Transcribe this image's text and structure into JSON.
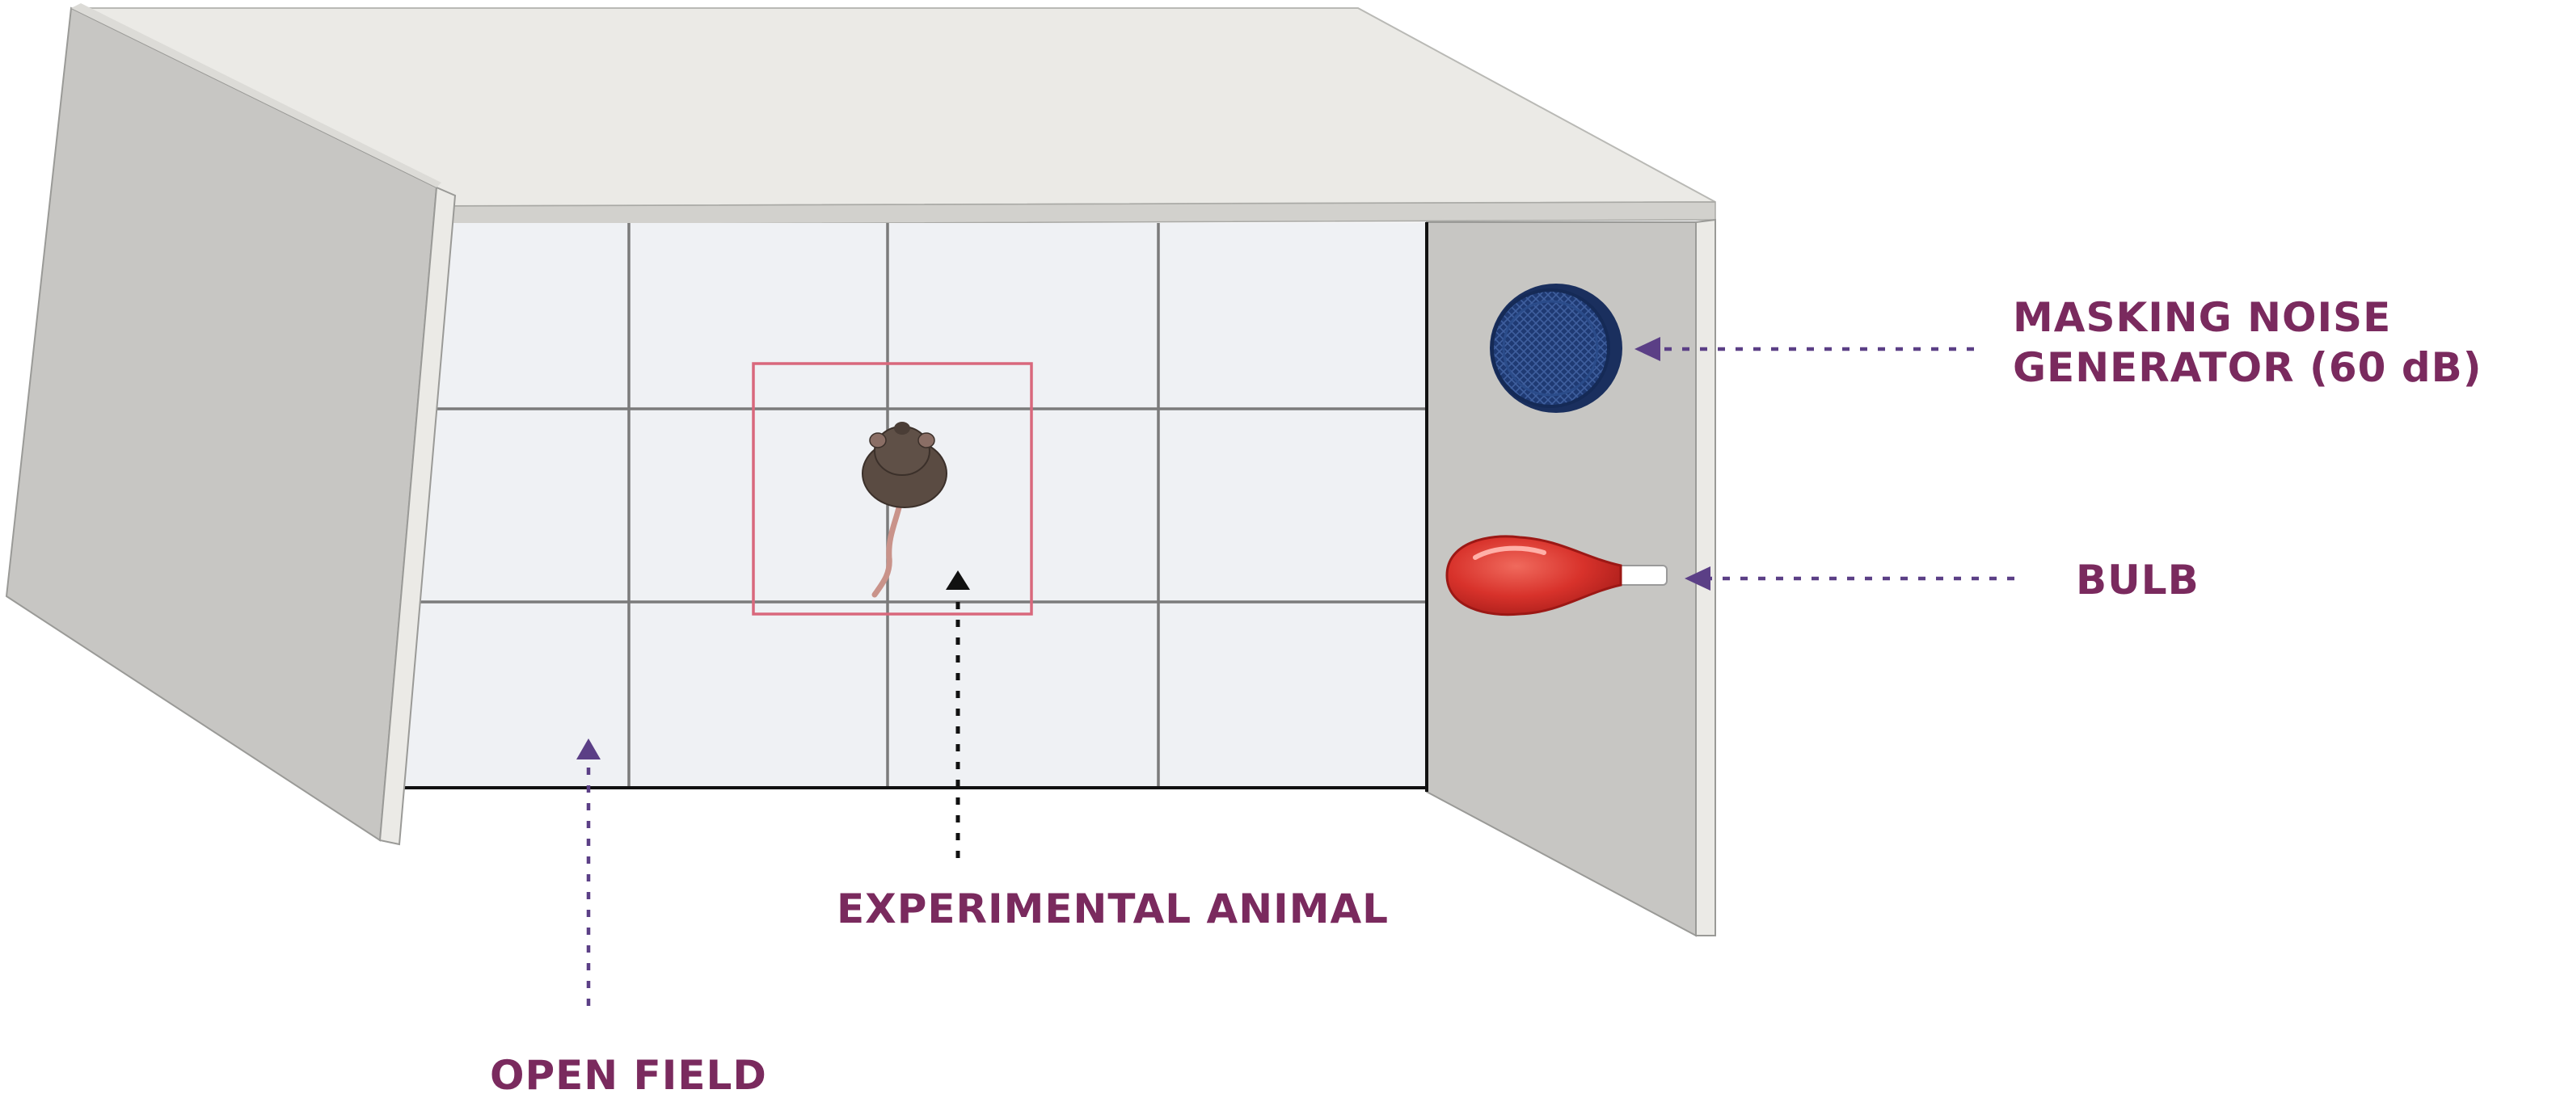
{
  "labels": {
    "masking_noise_generator_line1": "MASKING NOISE",
    "masking_noise_generator_line2": "GENERATOR (60 dB)",
    "bulb": "BULB",
    "experimental_animal": "EXPERIMENTAL ANIMAL",
    "open_field": "OPEN FIELD"
  },
  "grid": {
    "columns": 4,
    "rows": 3
  },
  "colors": {
    "label_text": "#7a2a5e",
    "arrow_purple": "#5b3f86",
    "arrow_black": "#111111",
    "center_square": "#d9687c",
    "speaker": "#1f3a73",
    "bulb": "#d8322b",
    "roof": "#ebeae6",
    "walls": "#c7c6c3",
    "floor": "#eff1f4",
    "grid_lines": "#7b7b7b"
  },
  "icons": {
    "speaker": "speaker-icon",
    "bulb": "bulb-icon",
    "animal": "mouse-icon"
  }
}
